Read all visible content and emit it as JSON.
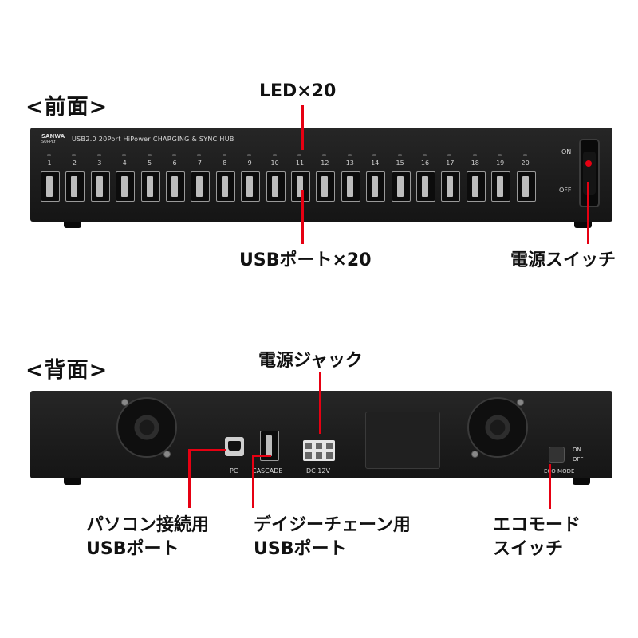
{
  "front": {
    "section_title": "<前面>",
    "brand_logo": "SANWA SUPPLY",
    "model_text": "USB2.0 20Port HiPower CHARGING & SYNC HUB",
    "port_numbers": [
      "1",
      "2",
      "3",
      "4",
      "5",
      "6",
      "7",
      "8",
      "9",
      "10",
      "11",
      "12",
      "13",
      "14",
      "15",
      "16",
      "17",
      "18",
      "19",
      "20"
    ],
    "switch_on": "ON",
    "switch_off": "OFF",
    "callout_led": "LED×20",
    "callout_usb_ports": "USBポート×20",
    "callout_power_switch": "電源スイッチ"
  },
  "back": {
    "section_title": "<背面>",
    "label_pc": "PC",
    "label_cascade": "CASCADE",
    "label_dc": "DC 12V",
    "eco_on": "ON",
    "eco_off": "OFF",
    "eco_mode": "ECO MODE",
    "callout_power_jack": "電源ジャック",
    "callout_pc_port_line1": "パソコン接続用",
    "callout_pc_port_line2": "USBポート",
    "callout_daisy_line1": "デイジーチェーン用",
    "callout_daisy_line2": "USBポート",
    "callout_eco_line1": "エコモード",
    "callout_eco_line2": "スイッチ"
  },
  "colors": {
    "callout_line": "#e60012",
    "device_body": "#1c1c1c",
    "switch_led": "#e60012"
  }
}
